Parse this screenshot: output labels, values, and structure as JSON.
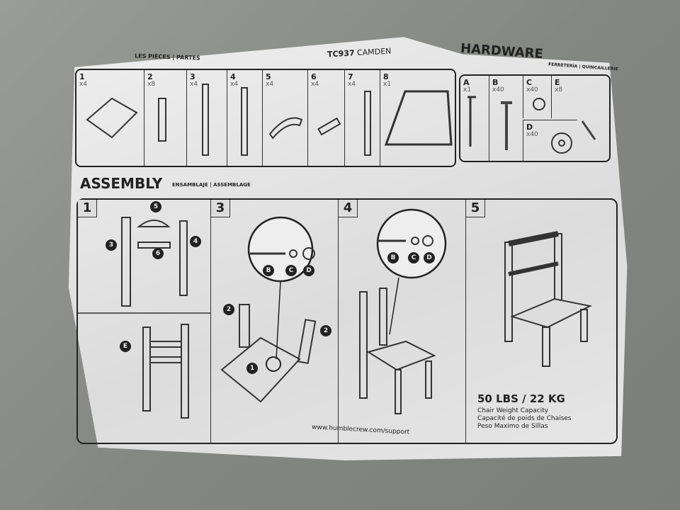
{
  "header": {
    "parts_subtitle": "LES PIÈCES | PARTES",
    "model": "TC937",
    "model_name": "CAMDEN"
  },
  "parts": [
    {
      "number": "1",
      "qty": "x4"
    },
    {
      "number": "2",
      "qty": "x8"
    },
    {
      "number": "3",
      "qty": "x4"
    },
    {
      "number": "4",
      "qty": "x4"
    },
    {
      "number": "5",
      "qty": "x4"
    },
    {
      "number": "6",
      "qty": "x4"
    },
    {
      "number": "7",
      "qty": "x4"
    },
    {
      "number": "8",
      "qty": "x1"
    }
  ],
  "hardware": {
    "title": "HARDWARE",
    "subtitle": "FERRETERÍA | QUINCAILLERIE",
    "items": [
      {
        "letter": "A",
        "qty": "x1"
      },
      {
        "letter": "B",
        "qty": "x40"
      },
      {
        "letter": "C",
        "qty": "x40"
      },
      {
        "letter": "D",
        "qty": "x40"
      },
      {
        "letter": "E",
        "qty": "x8"
      }
    ]
  },
  "assembly": {
    "title": "ASSEMBLY",
    "subtitle": "ENSAMBLAJE | ASSEMBLAGE",
    "steps": [
      "1",
      "3",
      "4",
      "5"
    ],
    "callouts": {
      "part3": "3",
      "part4": "4",
      "part5": "5",
      "part6": "6",
      "part2": "2",
      "part1": "1",
      "E": "E",
      "B": "B",
      "C": "C",
      "D": "D"
    },
    "capacity": "50 LBS / 22 KG",
    "capacity_en": "Chair Weight Capacity",
    "capacity_fr": "Capacité de poids de Chaises",
    "capacity_es": "Peso Maximo de Sillas",
    "url": "www.humblecrew.com/support"
  }
}
